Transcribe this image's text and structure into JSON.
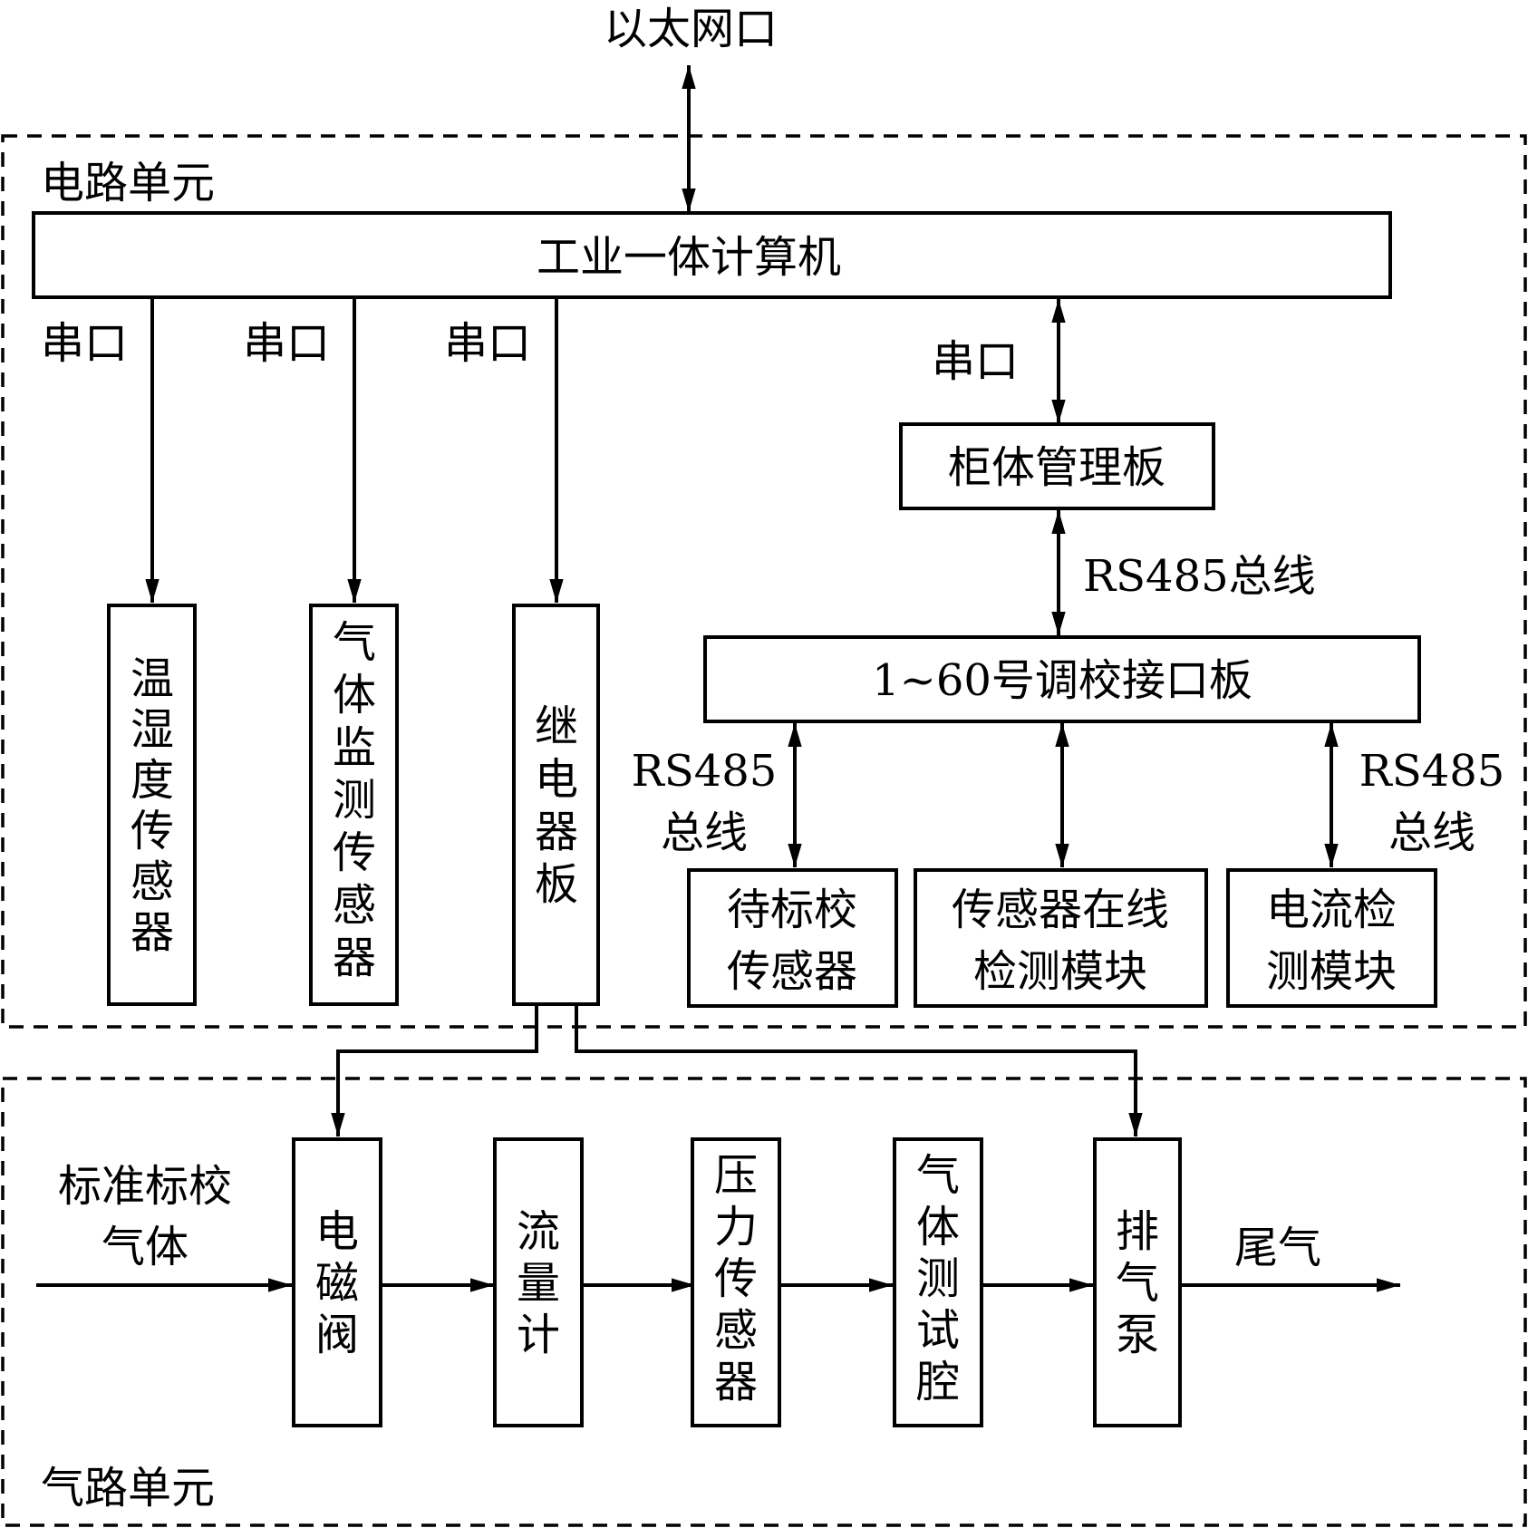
{
  "ethernet_port": "以太网口",
  "circuit_unit": {
    "label": "电路单元",
    "ipc": "工业一体计算机",
    "serial_port": "串口",
    "temp_humidity_sensor": "温湿度传感器",
    "gas_monitor_sensor": "气体监测传感器",
    "relay_board": "继电器板",
    "cabinet_board": "柜体管理板",
    "rs485_bus": "RS485总线",
    "interface_boards": "1~60号调校接口板",
    "rs485": "RS485",
    "bus": "总线",
    "sensor_to_calibrate": [
      "待标校",
      "传感器"
    ],
    "online_detection_module": [
      "传感器在线",
      "检测模块"
    ],
    "current_detection_module": [
      "电流检",
      "测模块"
    ]
  },
  "gas_unit": {
    "label": "气路单元",
    "inlet": [
      "标准标校",
      "气体"
    ],
    "solenoid_valve": "电磁阀",
    "flowmeter": "流量计",
    "pressure_sensor": "压力传感器",
    "gas_test_chamber": "气体测试腔",
    "exhaust_pump": "排气泵",
    "exhaust_gas": "尾气"
  }
}
